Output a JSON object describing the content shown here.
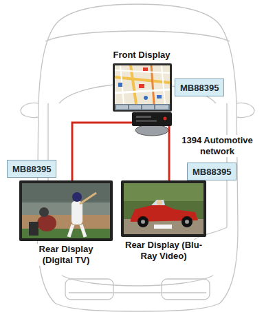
{
  "diagram": {
    "nodes": [
      {
        "text": [
          "Front Display"
        ]
      },
      {
        "text": [
          "MB88395"
        ]
      },
      {
        "text": [
          "MB88395"
        ]
      },
      {
        "text": [
          "MB88395"
        ]
      },
      {
        "text": [
          "Rear Display (Digital TV)"
        ]
      },
      {
        "text": [
          "Rear Display (Blu-Ray Video)"
        ]
      }
    ],
    "edges": [
      {
        "from": 0,
        "to": 4,
        "arrow": "none"
      },
      {
        "from": 0,
        "to": 5,
        "arrow": "none"
      }
    ],
    "labels": [
      "1394 Automotive network"
    ]
  }
}
